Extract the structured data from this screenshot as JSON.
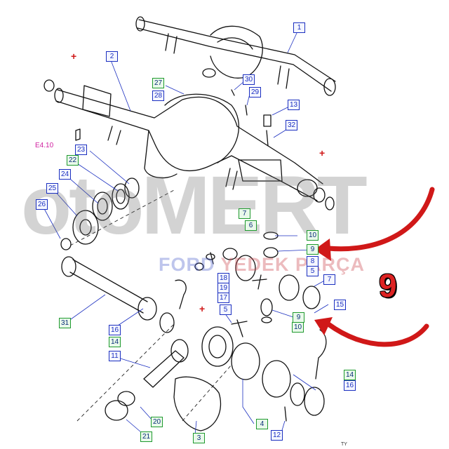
{
  "watermark": {
    "brand": "otoMERT",
    "sub_prefix": "FORD",
    "sub_suffix": "YEDEK PARÇA"
  },
  "highlight_number": "9",
  "reference_label": "E4.10",
  "trademark": "TY",
  "accent_colors": {
    "callout_border": "#1b2fc0",
    "highlight_border": "#1f9a2e",
    "arrow": "#d01818",
    "reference_label": "#d020a0"
  },
  "callouts": [
    {
      "label": "1",
      "style": "blue"
    },
    {
      "label": "2",
      "style": "blue"
    },
    {
      "label": "27",
      "style": "green"
    },
    {
      "label": "28",
      "style": "blue"
    },
    {
      "label": "30",
      "style": "blue"
    },
    {
      "label": "29",
      "style": "blue"
    },
    {
      "label": "13",
      "style": "blue"
    },
    {
      "label": "32",
      "style": "blue"
    },
    {
      "label": "23",
      "style": "blue"
    },
    {
      "label": "22",
      "style": "green"
    },
    {
      "label": "24",
      "style": "blue"
    },
    {
      "label": "25",
      "style": "blue"
    },
    {
      "label": "26",
      "style": "blue"
    },
    {
      "label": "7",
      "style": "green"
    },
    {
      "label": "6",
      "style": "green"
    },
    {
      "label": "10",
      "style": "green"
    },
    {
      "label": "9",
      "style": "green"
    },
    {
      "label": "8",
      "style": "blue"
    },
    {
      "label": "5",
      "style": "blue"
    },
    {
      "label": "18",
      "style": "blue"
    },
    {
      "label": "19",
      "style": "blue"
    },
    {
      "label": "17",
      "style": "blue"
    },
    {
      "label": "7",
      "style": "blue"
    },
    {
      "label": "15",
      "style": "blue"
    },
    {
      "label": "9",
      "style": "green"
    },
    {
      "label": "10",
      "style": "green"
    },
    {
      "label": "5",
      "style": "blue"
    },
    {
      "label": "31",
      "style": "green"
    },
    {
      "label": "16",
      "style": "blue"
    },
    {
      "label": "14",
      "style": "green"
    },
    {
      "label": "11",
      "style": "blue"
    },
    {
      "label": "14",
      "style": "green"
    },
    {
      "label": "16",
      "style": "blue"
    },
    {
      "label": "4",
      "style": "green"
    },
    {
      "label": "12",
      "style": "blue"
    },
    {
      "label": "3",
      "style": "green"
    },
    {
      "label": "21",
      "style": "green"
    },
    {
      "label": "20",
      "style": "green"
    }
  ]
}
